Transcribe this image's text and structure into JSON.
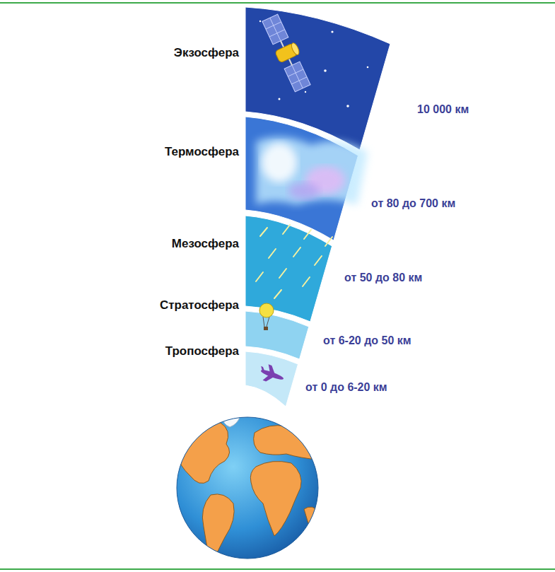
{
  "diagram": {
    "nodes": [
      {
        "text": [
          "Экзосфера",
          "10 000 км"
        ]
      },
      {
        "text": [
          "Термосфера",
          "от 80 до 700 км"
        ]
      },
      {
        "text": [
          "Мезосфера",
          "от 50 до 80 км"
        ]
      },
      {
        "text": [
          "Стратосфера",
          "от 6-20 до 50 км"
        ]
      },
      {
        "text": [
          "Тропосфера",
          "от 0 до 6-20 км"
        ]
      }
    ]
  }
}
